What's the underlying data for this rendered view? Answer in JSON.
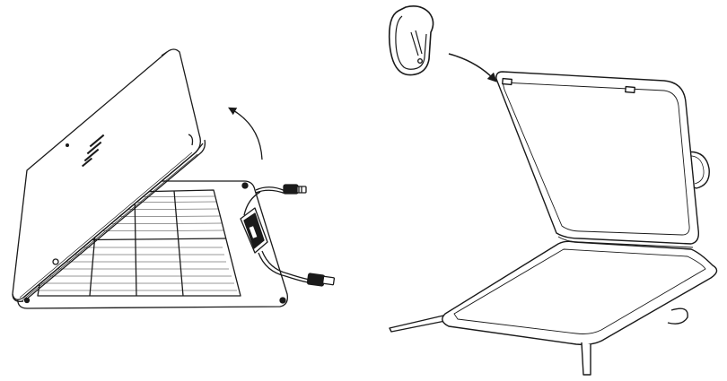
{
  "figure": {
    "left_panel": {
      "subject": "solar-panel-case-being-opened",
      "arrow": "curved-arrow-up-left"
    },
    "right_panel": {
      "subject": "opened-solar-case-with-carabiner",
      "clip": "carabiner-icon",
      "arrow": "curved-arrow-right"
    },
    "colors": {
      "line": "#1a1a1a",
      "panel_fill": "#ffffff",
      "case_inner": "#f2f2f2"
    }
  }
}
